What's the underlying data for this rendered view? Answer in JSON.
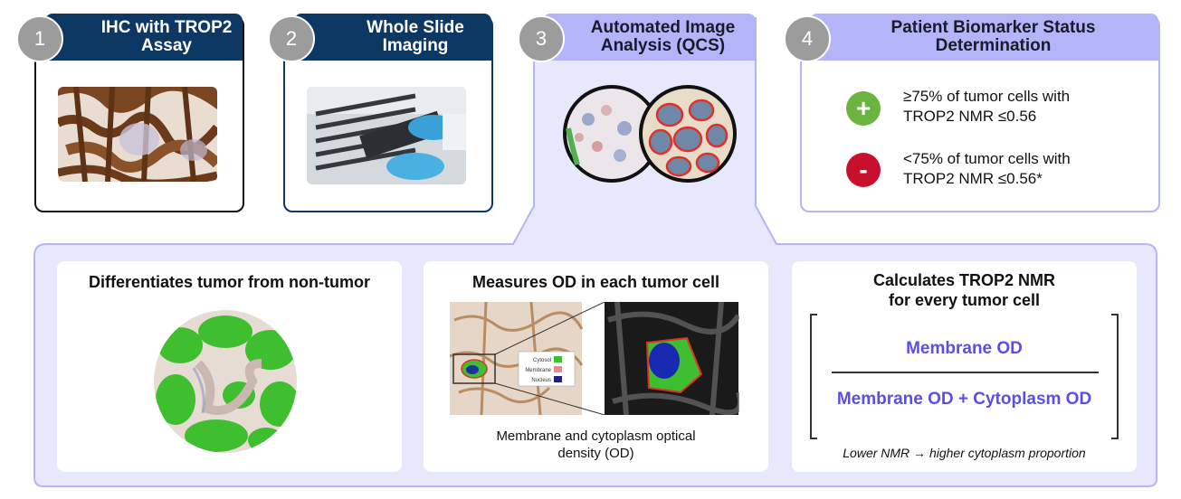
{
  "steps": [
    {
      "number": "1",
      "title": "IHC with TROP2 Assay"
    },
    {
      "number": "2",
      "title": "Whole Slide Imaging"
    },
    {
      "number": "3",
      "title": "Automated Image Analysis (QCS)"
    },
    {
      "number": "4",
      "title": "Patient Biomarker Status Determination"
    }
  ],
  "status": {
    "positive": {
      "symbol": "+",
      "text": "≥75% of tumor cells with TROP2 NMR ≤0.56",
      "color": "#6db33f"
    },
    "negative": {
      "symbol": "-",
      "text": "<75% of tumor cells with TROP2 NMR ≤0.56*",
      "color": "#c8102e"
    }
  },
  "panels": {
    "differentiate": {
      "title": "Differentiates tumor from non-tumor"
    },
    "measure": {
      "title": "Measures OD in each tumor cell",
      "legend": [
        "Cytosol",
        "Membrane",
        "Nucleus"
      ],
      "caption": "Membrane and cytoplasm optical density (OD)"
    },
    "calculate": {
      "title": "Calculates TROP2 NMR for every tumor cell",
      "numerator": "Membrane OD",
      "denominator": "Membrane OD + Cytoplasm OD",
      "note": "Lower NMR → higher cytoplasm proportion"
    }
  },
  "colors": {
    "navy": "#0e3864",
    "lavender": "#b4b4f8",
    "lavender_bg": "#e8e8fc",
    "formula_blue": "#5a4ee8"
  }
}
